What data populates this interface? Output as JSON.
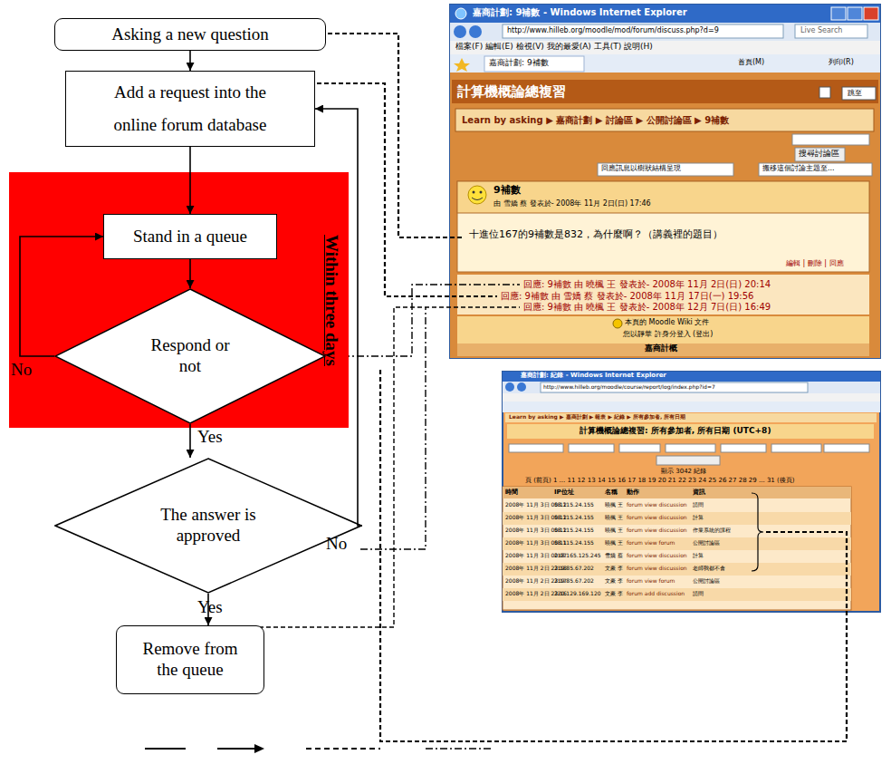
{
  "diagram": {
    "nodes": [
      {
        "text": [
          "Asking a new question"
        ]
      },
      {
        "text": [
          "Add a request into the online forum database"
        ]
      },
      {
        "text": [
          "Within three days"
        ]
      },
      {
        "text": [
          "Stand in a queue"
        ],
        "in": 2
      },
      {
        "text": [
          "Respond or not"
        ],
        "in": 2
      },
      {
        "text": [
          "The answer is approved"
        ]
      },
      {
        "text": [
          "Remove from the queue"
        ]
      }
    ],
    "edges": [
      {
        "from": 0,
        "to": 1,
        "arrow": "to"
      },
      {
        "from": 1,
        "to": 3,
        "arrow": "to"
      },
      {
        "from": 3,
        "to": 4,
        "arrow": "to"
      },
      {
        "from": 4,
        "to": 3,
        "arrow": "to",
        "label": "No"
      },
      {
        "from": 4,
        "to": 5,
        "arrow": "to",
        "label": "Yes"
      },
      {
        "from": 5,
        "to": 1,
        "arrow": "to",
        "label": "No"
      },
      {
        "from": 5,
        "to": 6,
        "arrow": "to",
        "label": "Yes"
      }
    ],
    "labels": [
      "嘉商計劃: 9補數 - Windows Internet Explorer",
      "http://www.hilleb.org/moodle/mod/forum/discuss.php?d=9",
      "Live Search",
      "檔案(F) 編輯(E) 檢視(V) 我的最愛(A) 工具(T) 說明(H)",
      "嘉商計劃: 9補數",
      "首頁(M)",
      "列印(R)",
      "計算機概論總複習",
      "跳至",
      "Learn by asking ▶ 嘉商計劃 ▶ 討論區 ▶ 公開討論區 ▶ 9補數",
      "搜尋討論區",
      "回應訊息以樹狀結構呈現",
      "搬移這個討論主題至...",
      "9補數",
      "由 雪嬌 蔡 發表於- 2008年 11月 2日(日) 17:46",
      "十進位167的9補數是832，為什麼啊？（講義裡的題目）",
      "編輯 | 刪除 | 回應",
      "回應: 9補數 由 曉楓 王 發表於- 2008年 11月 2日(日) 20:14",
      "回應: 9補數 由 雪嬌 蔡 發表於- 2008年 11月 17日(一) 19:56",
      "回應: 9補數 由 曉楓 王 發表於- 2008年 12月 7日(日) 16:49",
      "本頁的 Moodle Wiki 文件",
      "您以靜華 許身分登入 (登出)",
      "嘉商計概",
      "嘉商計劃: 紀錄 - Windows Internet Explorer",
      "http://www.hilleb.org/moodle/course/report/log/index.php?id=7",
      "Learn by asking ▶ 嘉商計劃 ▶ 報表 ▶ 紀錄 ▶ 所有參加者, 所有日期",
      "計算機概論總複習: 所有參加者, 所有日期 (UTC+8)",
      "顯示 3042 紀錄",
      "頁 (前頁) 1 ... 11 12 13 14 15 16 17 18 19 20 21 22 23 24 25 26 27 28 29 ... 31 (後頁)",
      "時間",
      "IP位址",
      "名稱",
      "動作",
      "資訊",
      "2008年 11月 3日 00:12",
      "58.115.24.155",
      "曉楓 王",
      "forum view discussion",
      "請問",
      "2008年 11月 3日 00:12",
      "58.115.24.155",
      "曉楓 王",
      "forum view discussion",
      "計算",
      "2008年 11月 3日 00:12",
      "58.115.24.155",
      "曉楓 王",
      "forum view discussion",
      "作業系統的課程",
      "2008年 11月 3日 00:11",
      "58.115.24.155",
      "曉楓 王",
      "forum view forum",
      "公開討論區",
      "2008年 11月 3日 00:07",
      "218.165.125.245",
      "雪嬌 蔡",
      "forum view discussion",
      "計算",
      "2008年 11月 2日 23:18",
      "219.85.67.202",
      "文豪 李",
      "forum view discussion",
      "老師我都不會",
      "2008年 11月 2日 23:17",
      "219.85.67.202",
      "文豪 李",
      "forum view forum",
      "公開討論區",
      "2008年 11月 2日 23:16",
      "220.129.169.120",
      "文豪 李",
      "forum add discussion",
      "請問"
    ]
  }
}
